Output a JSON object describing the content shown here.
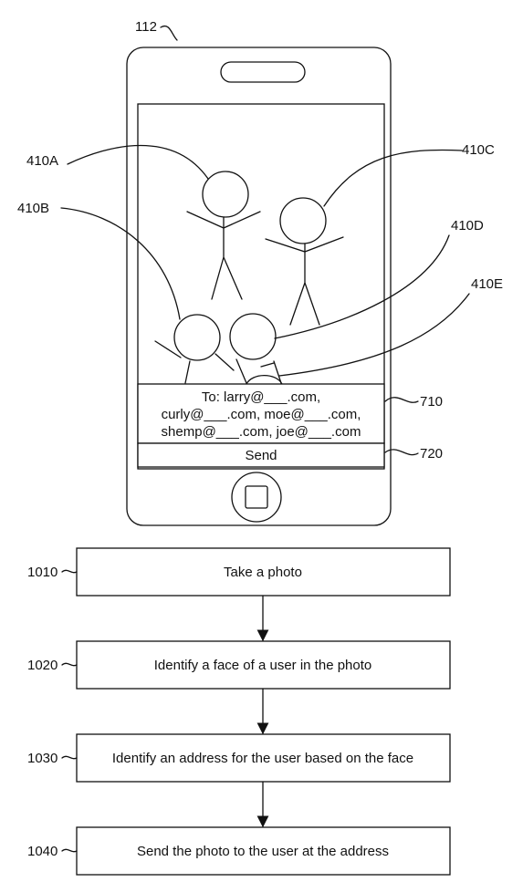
{
  "device": {
    "ref": "112",
    "labels": {
      "a": "410A",
      "b": "410B",
      "c": "410C",
      "d": "410D",
      "e": "410E",
      "email_panel": "710",
      "send_button": "720"
    },
    "email": {
      "line1": "To: larry@___.com,",
      "line2": "curly@___.com, moe@___.com,",
      "line3": "shemp@___.com, joe@___.com"
    },
    "send_label": "Send"
  },
  "flowchart": {
    "steps": [
      {
        "ref": "1010",
        "text": "Take a photo"
      },
      {
        "ref": "1020",
        "text": "Identify a face of a user in the photo"
      },
      {
        "ref": "1030",
        "text": "Identify an address for the user based on the face"
      },
      {
        "ref": "1040",
        "text": "Send the photo to the user at the address"
      }
    ]
  }
}
